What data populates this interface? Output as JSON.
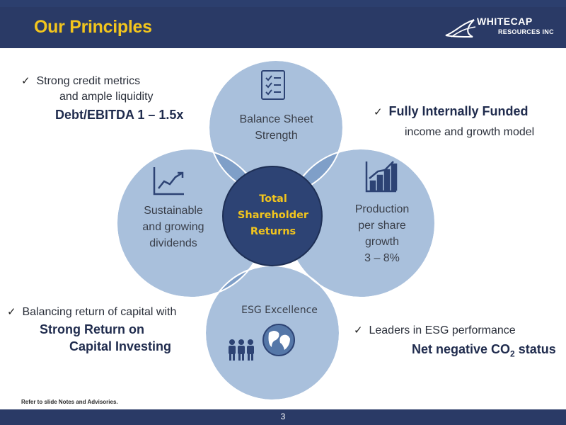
{
  "header": {
    "title": "Our Principles",
    "logo": {
      "line1": "WHITECAP",
      "line2": "RESOURCES INC"
    }
  },
  "venn": {
    "top": {
      "icon": "checklist-icon",
      "lines": [
        "Balance Sheet",
        "Strength"
      ]
    },
    "left": {
      "icon": "trend-chart-icon",
      "lines": [
        "Sustainable",
        "and growing",
        "dividends"
      ]
    },
    "right": {
      "icon": "bar-growth-icon",
      "lines": [
        "Production",
        "per share",
        "growth",
        "3 – 8%"
      ]
    },
    "bottom": {
      "icon": "people-globe-icon",
      "lines": [
        "ESG Excellence"
      ]
    },
    "center": {
      "lines": [
        "Total",
        "Shareholder",
        "Returns"
      ]
    }
  },
  "notes": {
    "top_left": {
      "check": "✓",
      "line1": "Strong credit metrics",
      "line2": "and ample  liquidity",
      "bold": "Debt/EBITDA 1 – 1.5x"
    },
    "top_right": {
      "check": "✓",
      "bold": "Fully Internally Funded",
      "line2": "income and growth model"
    },
    "bottom_left": {
      "check": "✓",
      "line1": "Balancing return of capital with",
      "bold1": "Strong Return on",
      "bold2": "Capital Investing"
    },
    "bottom_right": {
      "check": "✓",
      "line1": "Leaders in ESG performance",
      "bold_prefix": "Net negative CO",
      "bold_sub": "2",
      "bold_suffix": " status"
    }
  },
  "footer": {
    "note": "Refer to slide Notes and Advisories.",
    "page": "3"
  },
  "colors": {
    "header_bg": "#2a3a66",
    "title": "#f2c51d",
    "circle_light": "#a9c0dc",
    "circle_overlap": "#7f9fc8",
    "center": "#2d4374"
  }
}
